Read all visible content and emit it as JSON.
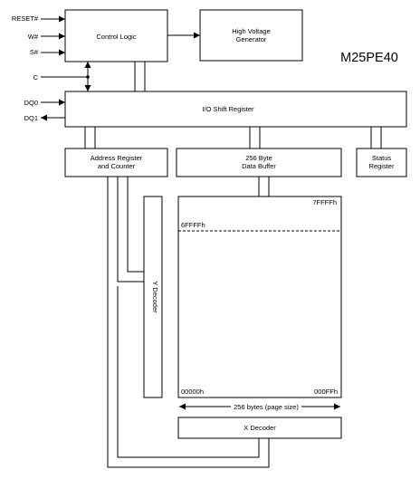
{
  "title": "M25PE40",
  "signals": {
    "reset": "RESET#",
    "w": "W#",
    "s": "S#",
    "c": "C",
    "dq0": "DQ0",
    "dq1": "DQ1"
  },
  "blocks": {
    "control_logic": "Control Logic",
    "hv_generator_line1": "High Voltage",
    "hv_generator_line2": "Generator",
    "io_shift_register": "I/O Shift Register",
    "address_register_line1": "Address Register",
    "address_register_line2": "and Counter",
    "data_buffer_line1": "256 Byte",
    "data_buffer_line2": "Data Buffer",
    "status_register_line1": "Status",
    "status_register_line2": "Register",
    "y_decoder": "Y Decoder",
    "x_decoder": "X Decoder"
  },
  "memory": {
    "top_right": "7FFFFh",
    "page_boundary": "6FFFFh",
    "bottom_left": "00000h",
    "bottom_right": "000FFh",
    "page_size": "256 bytes (page size)"
  }
}
